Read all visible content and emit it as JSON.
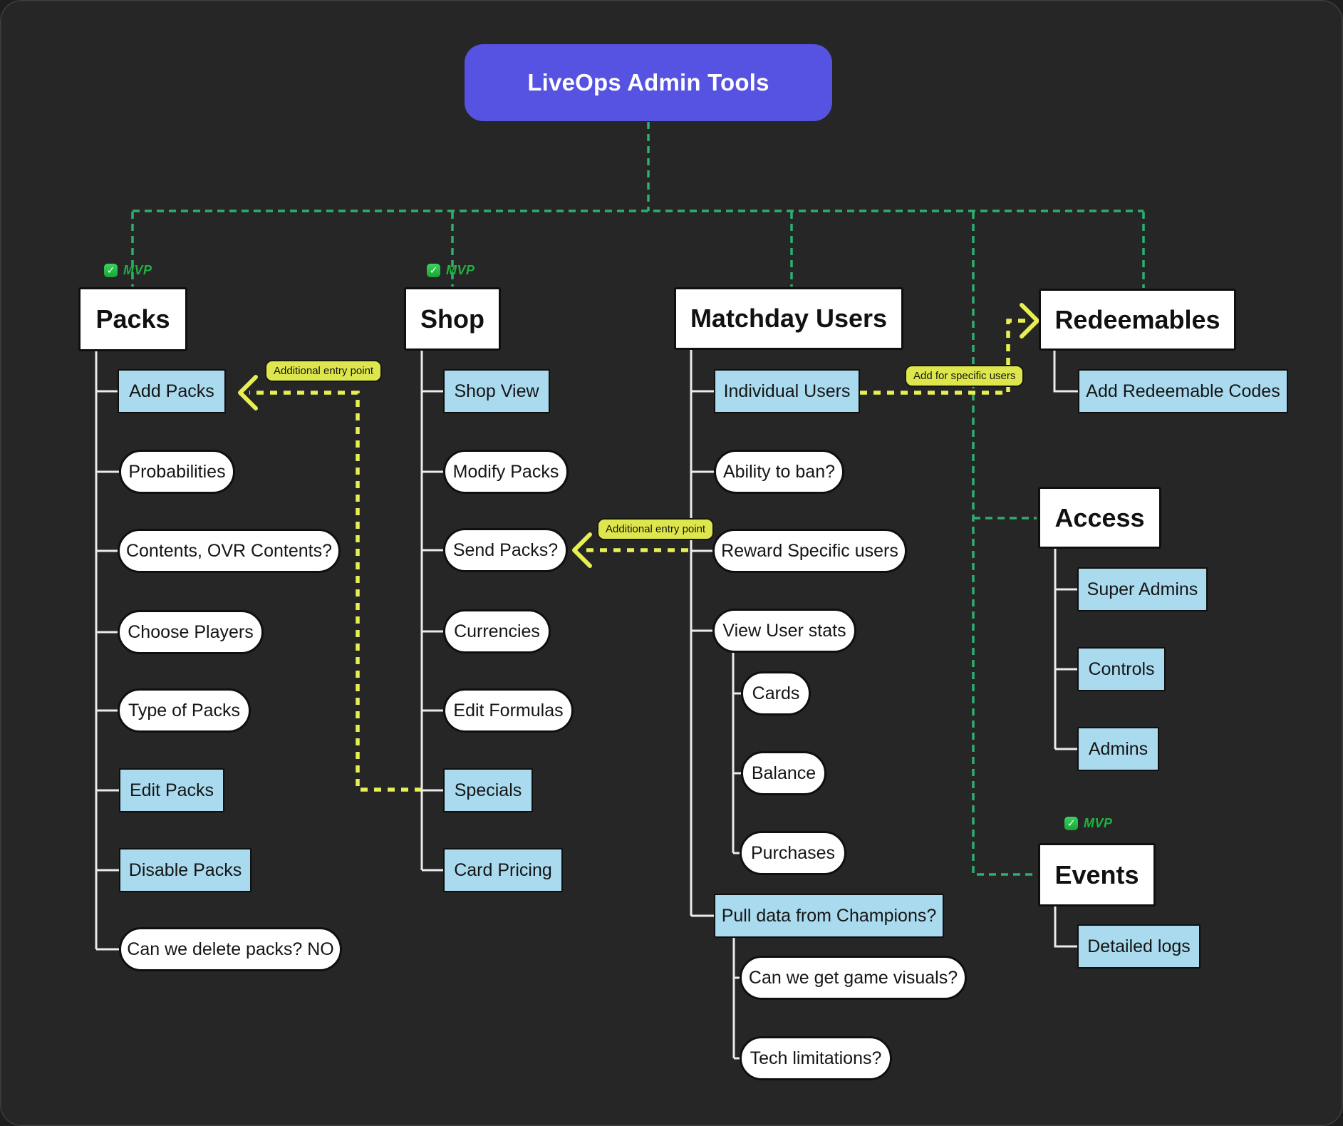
{
  "title": {
    "label": "LiveOps Admin Tools"
  },
  "mvp_badge": {
    "label": "MVP",
    "icon": "check-icon"
  },
  "annotations": [
    {
      "id": "entry-point-packs",
      "label": "Additional entry point"
    },
    {
      "id": "entry-point-shop",
      "label": "Additional entry point"
    },
    {
      "id": "add-specific-users",
      "label": "Add for specific users"
    }
  ],
  "colors": {
    "canvas_bg": "#262626",
    "title_bg": "#5652e2",
    "node_blue": "#a9daee",
    "node_white": "#ffffff",
    "connector_white": "#ebebeb",
    "dash_green": "#2fae6e",
    "mvp_green": "#1fb141",
    "dash_yellow": "#e7ef53",
    "tag_yellow": "#dde74d"
  },
  "groups": [
    {
      "id": "packs",
      "header": {
        "label": "Packs"
      },
      "mvp": true,
      "items": [
        {
          "label": "Add Packs",
          "style": "blue"
        },
        {
          "label": "Probabilities",
          "style": "pill"
        },
        {
          "label": "Contents, OVR Contents?",
          "style": "pill"
        },
        {
          "label": "Choose Players",
          "style": "pill"
        },
        {
          "label": "Type of Packs",
          "style": "pill"
        },
        {
          "label": "Edit Packs",
          "style": "blue"
        },
        {
          "label": "Disable Packs",
          "style": "blue"
        },
        {
          "label": "Can we delete packs? NO",
          "style": "pill"
        }
      ]
    },
    {
      "id": "shop",
      "header": {
        "label": "Shop"
      },
      "mvp": true,
      "items": [
        {
          "label": "Shop View",
          "style": "blue"
        },
        {
          "label": "Modify Packs",
          "style": "pill"
        },
        {
          "label": "Send Packs?",
          "style": "pill"
        },
        {
          "label": "Currencies",
          "style": "pill"
        },
        {
          "label": "Edit Formulas",
          "style": "pill"
        },
        {
          "label": "Specials",
          "style": "blue"
        },
        {
          "label": "Card Pricing",
          "style": "blue"
        }
      ]
    },
    {
      "id": "matchday-users",
      "header": {
        "label": "Matchday Users"
      },
      "mvp": false,
      "items": [
        {
          "label": "Individual Users",
          "style": "blue",
          "level": 0
        },
        {
          "label": "Ability to ban?",
          "style": "pill",
          "level": 0
        },
        {
          "label": "Reward Specific users",
          "style": "pill",
          "level": 0
        },
        {
          "label": "View User stats",
          "style": "pill",
          "level": 0
        },
        {
          "label": "Cards",
          "style": "pill",
          "level": 1
        },
        {
          "label": "Balance",
          "style": "pill",
          "level": 1
        },
        {
          "label": "Purchases",
          "style": "pill",
          "level": 1
        },
        {
          "label": "Pull data from Champions?",
          "style": "blue",
          "level": 0
        },
        {
          "label": "Can we get game visuals?",
          "style": "pill",
          "level": 1
        },
        {
          "label": "Tech limitations?",
          "style": "pill",
          "level": 1
        }
      ]
    },
    {
      "id": "redeemables",
      "header": {
        "label": "Redeemables"
      },
      "mvp": false,
      "items": [
        {
          "label": "Add Redeemable Codes",
          "style": "blue"
        }
      ]
    },
    {
      "id": "access",
      "header": {
        "label": "Access"
      },
      "mvp": false,
      "items": [
        {
          "label": "Super Admins",
          "style": "blue"
        },
        {
          "label": "Controls",
          "style": "blue"
        },
        {
          "label": "Admins",
          "style": "blue"
        }
      ]
    },
    {
      "id": "events",
      "header": {
        "label": "Events"
      },
      "mvp": true,
      "items": [
        {
          "label": "Detailed logs",
          "style": "blue"
        }
      ]
    }
  ]
}
